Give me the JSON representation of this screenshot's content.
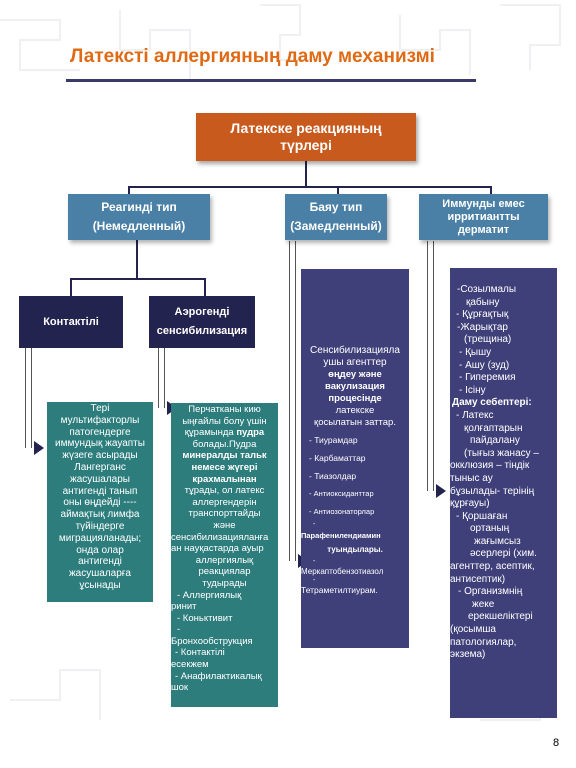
{
  "title": "Латексті аллергияның даму механизмі",
  "root": {
    "line1": "Латекске реакцияның",
    "line2": "түрлері"
  },
  "level1": [
    {
      "line1": "Реагинді тип",
      "line2": "(Немедленный)"
    },
    {
      "line1": "Баяу тип",
      "line2": "(Замедленный)"
    },
    {
      "line1": "Иммунды емес",
      "line2": "ирритиантты",
      "line3": "дерматит"
    }
  ],
  "level2": [
    {
      "line1": "Контактілі"
    },
    {
      "line1": "Аэрогенді",
      "line2": "сенсибилизация"
    }
  ],
  "panels": {
    "contact": [
      "Тері",
      "мультифакторлы",
      "патогендерге",
      "иммундық жауапты",
      "жүзеге асырады",
      "Лангерганс",
      "жасушалары",
      "антигенді танып",
      "оны өңдейді ----",
      "аймақтық лимфа",
      "түйіндерге",
      "миграцияланады;",
      "онда олар",
      "антигенді",
      "жасушаларға",
      "ұсынады"
    ],
    "aero": {
      "t1": "Перчатканы кию",
      "t2": "ыңғайлы болу үшін",
      "t3": "құрамында",
      "t3b": "пудра",
      "t4": "болады.Пудра",
      "t5b": "минералды тальк",
      "t6b": "немесе жүгері",
      "t7b": "крахмалынан",
      "t8": "тұрады, ол латекс",
      "t9": "аллергендерін",
      "t10": "транспорттайды",
      "t11": "және",
      "t12": "сенсибилизацияланға",
      "t13": "ан науқастарда ауыр",
      "t14": "аллергиялық",
      "t15": "реакциялар",
      "t16": "тудырады",
      "t17": "- Аллергиялық",
      "t18": "ринит",
      "t19": "- Коньктивит",
      "t20": "-",
      "t21": "Бронхообструкция",
      "t22": "- Контактілі",
      "t23": "есекжем",
      "t24": "- Анафилактикалық",
      "t25": "шок"
    },
    "delayed": {
      "t1": "Сенсибилизацияла",
      "t2": "ушы агенттер",
      "t3b": "өңдеу және",
      "t4b": "вакулизация",
      "t5b": "процесінде",
      "t6": "латекске",
      "t7": "қосылатын заттар.",
      "items": [
        "- Тиурамдар",
        "- Карбаматтар",
        "- Тиазолдар",
        "- Антиоксиданттар",
        "- Антиозонаторлар"
      ],
      "t8": "-",
      "t9b": "Парафенилендиамин",
      "t10b": "туындылары.",
      "t11": "-",
      "t12": "Меркаптобензотиазол",
      "t13": "-",
      "t14": "Тетраметилтиурам."
    },
    "irritant": {
      "t1": "-Созылмалы",
      "t2": "қабыну",
      "t3": "- Құрғақтық",
      "t4": "-Жарықтар",
      "t5": "(трещина)",
      "t6": "- Қышу",
      "t7": "- Ашу (зуд)",
      "t8": "- Гиперемия",
      "t9": "- Ісіну",
      "t10b": "Даму себептері:",
      "t11": "- Латекс",
      "t12": "қолғаптарын",
      "t13": "пайдалану",
      "t14": "(тығыз жанасу –",
      "t15": "окклюзия – тіндік",
      "t16": "тыныс ау",
      "t17": "бұзылады- терінің",
      "t18": "құрғауы)",
      "t19": "- Қоршаған",
      "t20": "ортаның",
      "t21": "жағымсыз",
      "t22": "әсерлері (хим.",
      "t23": "агенттер, асептик,",
      "t24": "антисептик)",
      "t25": "- Организмнің",
      "t26": "жеке",
      "t27": "ерекшеліктері",
      "t28": "(қосымша",
      "t29": "патологиялар,",
      "t30": "экзема)"
    }
  },
  "page_number": "8",
  "colors": {
    "title": "#e06a14",
    "root": "#c85a1e",
    "level1": "#4a7fa6",
    "level2": "#23234f",
    "contact_panel": "#2e7d7d",
    "aero_panel": "#2e7d7d",
    "delayed_panel": "#3f3f7a",
    "irritant_panel": "#3f3f7a"
  }
}
